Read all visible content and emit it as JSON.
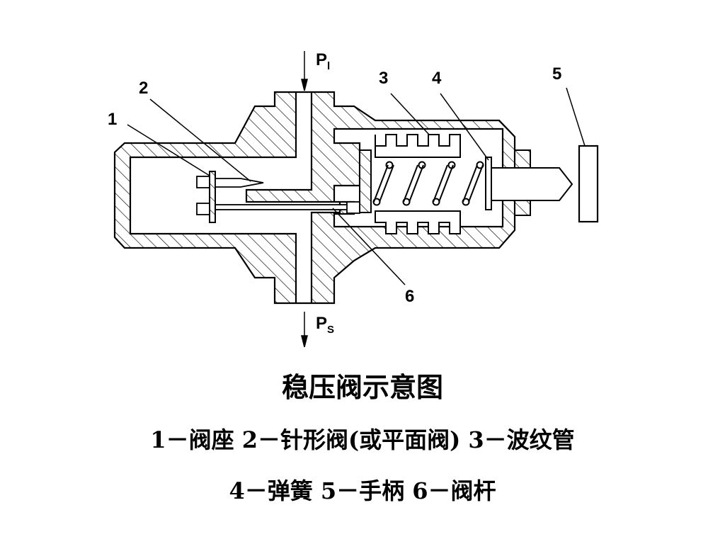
{
  "diagram": {
    "labels": {
      "inlet_p": "P",
      "inlet_sub": "l",
      "outlet_p": "P",
      "outlet_sub": "S",
      "n1": "1",
      "n2": "2",
      "n3": "3",
      "n4": "4",
      "n5": "5",
      "n6": "6"
    }
  },
  "caption": {
    "title": "稳压阀示意图",
    "legend_line_1": "1－阀座  2－针形阀(或平面阀)  3－波纹管",
    "legend_line_2": "4－弹簧  5－手柄  6－阀杆"
  }
}
